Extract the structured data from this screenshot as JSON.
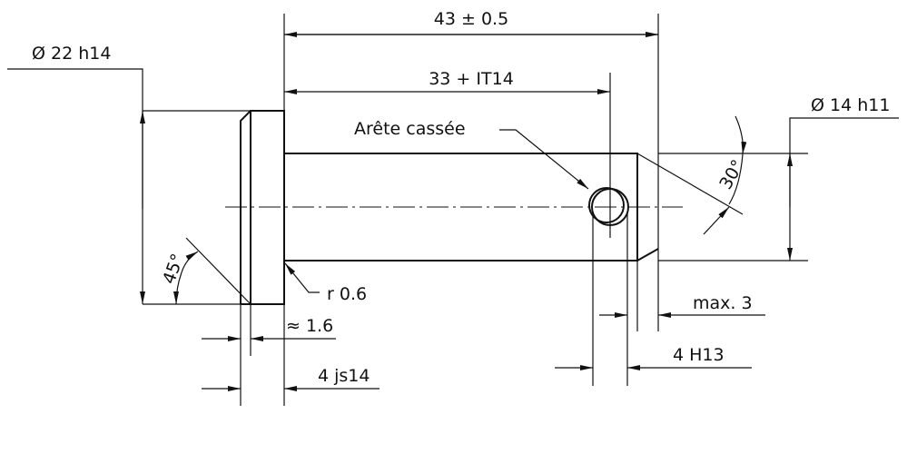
{
  "drawing": {
    "dims": {
      "overall_length": "43 ± 0.5",
      "hole_position": "33 + IT14",
      "head_diameter": "Ø 22 h14",
      "shaft_diameter": "Ø 14 h11",
      "broken_edge": "Arête cassée",
      "fillet_radius": "r 0.6",
      "chamfer_width": "≈ 1.6",
      "head_thickness": "4 js14",
      "end_chamfer": "max. 3",
      "hole_diameter": "4 H13",
      "head_chamfer_angle": "45°",
      "end_chamfer_angle": "30°"
    }
  }
}
